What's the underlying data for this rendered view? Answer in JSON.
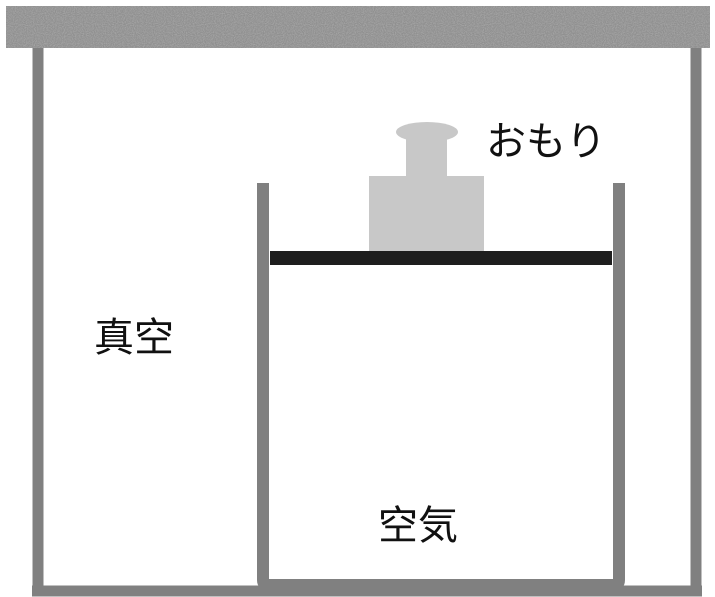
{
  "labels": {
    "weight": "おもり",
    "vacuum": "真空",
    "air": "空気"
  },
  "colors": {
    "wall": "#808080",
    "piston": "#1e1e1e",
    "weight": "#c8c8c8",
    "ceiling": "#8f8f8f",
    "background": "#ffffff"
  }
}
